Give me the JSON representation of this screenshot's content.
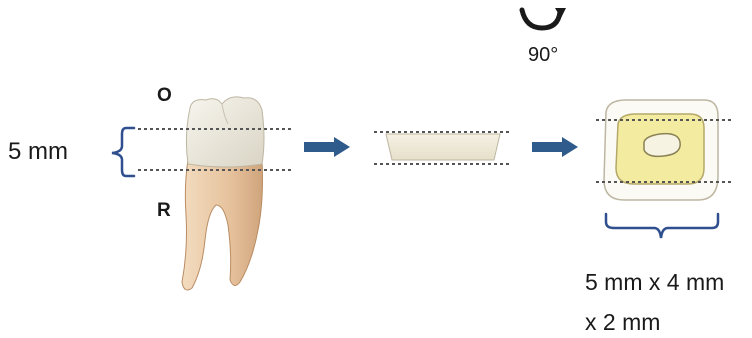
{
  "labels": {
    "height": "5 mm",
    "occlusal": "O",
    "root": "R",
    "rotation": "90°",
    "dims_line1": "5 mm x 4 mm",
    "dims_line2": "x 2 mm"
  },
  "colors": {
    "arrow": "#2e5a8c",
    "bracket": "#2f4f8f",
    "crown": "#ece9dd",
    "root": "#e8c9a6",
    "pulp": "#f1eaa8",
    "dotted_line": "#555555",
    "text": "#1a1a1a"
  }
}
